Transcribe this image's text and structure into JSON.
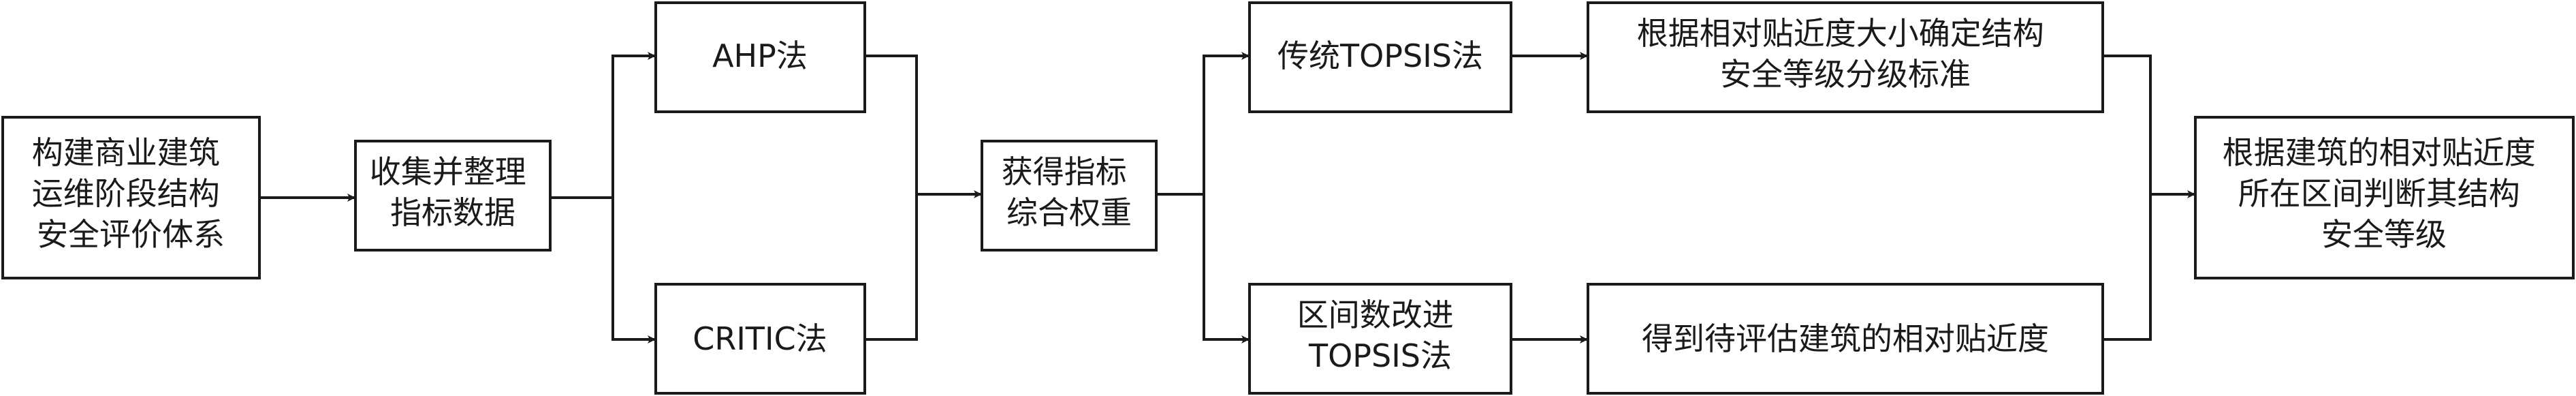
{
  "nodes": {
    "build_system": {
      "lines": [
        "构建商业建筑",
        "运维阶段结构",
        "安全评价体系"
      ]
    },
    "collect_indicators": {
      "lines": [
        "收集并整理",
        "指标数据"
      ]
    },
    "ahp": {
      "lines": [
        "AHP法"
      ]
    },
    "critic": {
      "lines": [
        "CRITIC法"
      ]
    },
    "weights": {
      "lines": [
        "获得指标",
        "综合权重"
      ]
    },
    "topsis": {
      "lines": [
        "传统TOPSIS法"
      ]
    },
    "interval_topsis": {
      "lines": [
        "区间数改进",
        "TOPSIS法"
      ]
    },
    "grading_standard": {
      "lines": [
        "根据相对贴近度大小确定结构",
        "安全等级分级标准"
      ]
    },
    "closeness": {
      "lines": [
        "得到待评估建筑的相对贴近度"
      ]
    },
    "final_grade": {
      "lines": [
        "根据建筑的相对贴近度",
        "所在区间判断其结构",
        "安全等级"
      ]
    }
  }
}
